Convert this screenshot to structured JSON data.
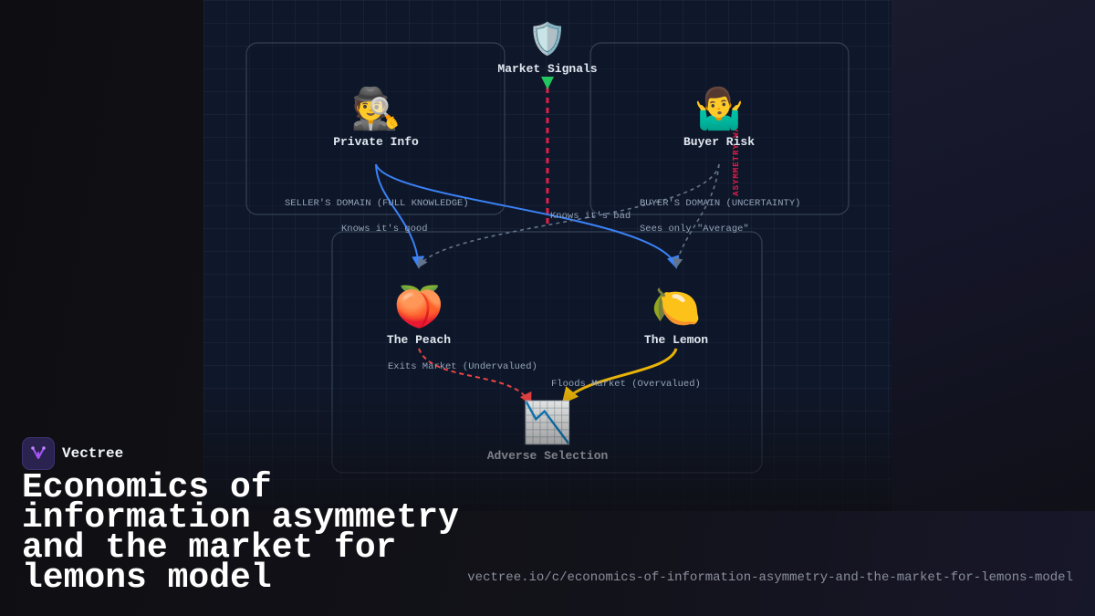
{
  "brand": {
    "name": "Vectree",
    "logo_icon": "vectree-fork-icon",
    "accent": "#a855f7"
  },
  "title": "Economics of information asymmetry and the market for lemons model",
  "url": "vectree.io/c/economics-of-information-asymmetry-and-the-market-for-lemons-model",
  "diagram": {
    "domains": {
      "seller": "SELLER'S DOMAIN (FULL KNOWLEDGE)",
      "buyer": "BUYER'S DOMAIN (UNCERTAINTY)"
    },
    "wall_label": "ASYMMETRY WALL",
    "nodes": {
      "market_signals": {
        "label": "Market Signals",
        "icon": "shield-icon"
      },
      "private_info": {
        "label": "Private Info",
        "icon": "detective-icon"
      },
      "buyer_risk": {
        "label": "Buyer Risk",
        "icon": "shrugging-person-icon"
      },
      "peach": {
        "label": "The Peach",
        "icon": "peach-icon"
      },
      "lemon": {
        "label": "The Lemon",
        "icon": "lemon-icon"
      },
      "adverse_selection": {
        "label": "Adverse Selection",
        "icon": "chart-decreasing-icon"
      }
    },
    "edges": {
      "knows_good": "Knows it's good",
      "knows_bad": "Knows it's bad",
      "sees_average": "Sees only \"Average\"",
      "exits_market": "Exits Market (Undervalued)",
      "floods_market": "Floods Market (Overvalued)"
    },
    "colors": {
      "background": "#0f172a",
      "seller_edge": "#3b82f6",
      "buyer_edge": "#94a3b8",
      "wall": "#e11d48",
      "signal_arrow": "#22c55e",
      "exit_edge": "#ef4444",
      "flood_edge": "#eab308"
    }
  }
}
